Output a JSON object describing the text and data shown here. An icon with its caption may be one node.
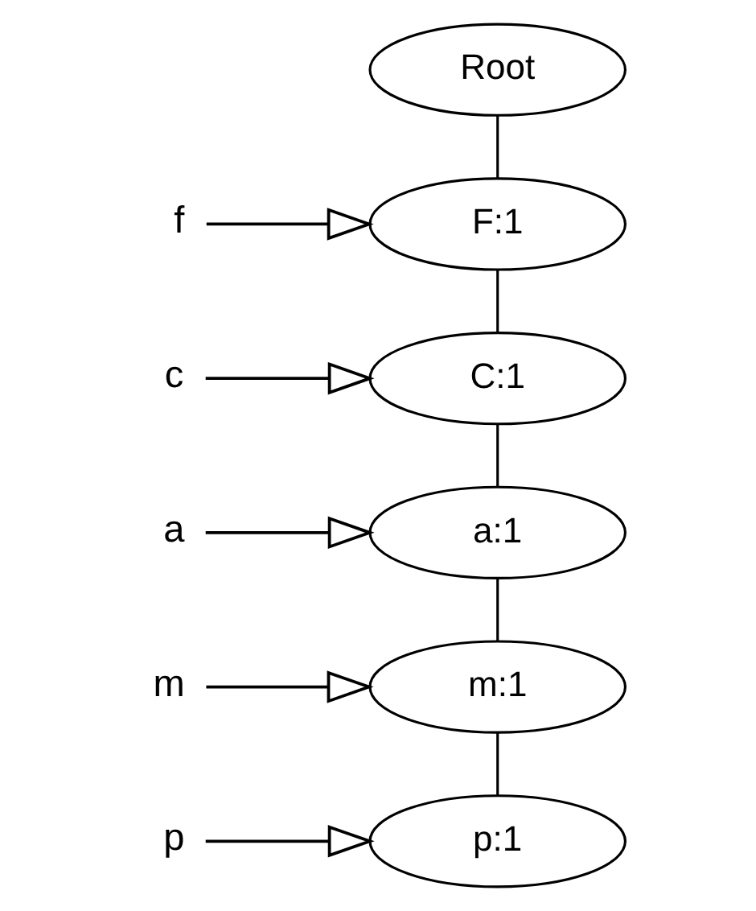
{
  "diagram": {
    "nodes": [
      {
        "text": [
          "Root"
        ]
      },
      {
        "text": [
          "f"
        ]
      },
      {
        "text": [
          "F:1"
        ]
      },
      {
        "text": [
          "c"
        ]
      },
      {
        "text": [
          "C:1"
        ]
      },
      {
        "text": [
          "a"
        ]
      },
      {
        "text": [
          "a:1"
        ]
      },
      {
        "text": [
          "m"
        ]
      },
      {
        "text": [
          "m:1"
        ]
      },
      {
        "text": [
          "p"
        ]
      },
      {
        "text": [
          "p:1"
        ]
      }
    ],
    "edges": [
      {
        "from": 0,
        "to": 2,
        "arrow": "none"
      },
      {
        "from": 2,
        "to": 4,
        "arrow": "none"
      },
      {
        "from": 4,
        "to": 6,
        "arrow": "none"
      },
      {
        "from": 6,
        "to": 8,
        "arrow": "none"
      },
      {
        "from": 8,
        "to": 10,
        "arrow": "none"
      },
      {
        "from": 1,
        "to": 2,
        "arrow": "to"
      },
      {
        "from": 3,
        "to": 4,
        "arrow": "to"
      },
      {
        "from": 5,
        "to": 6,
        "arrow": "to"
      },
      {
        "from": 7,
        "to": 8,
        "arrow": "to"
      },
      {
        "from": 9,
        "to": 10,
        "arrow": "to"
      }
    ]
  }
}
